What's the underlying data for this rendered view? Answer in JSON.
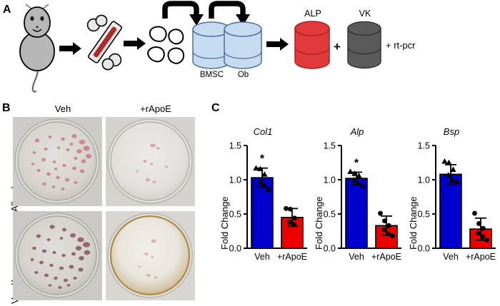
{
  "figure": {
    "panels": [
      "A",
      "B",
      "C"
    ]
  },
  "panelA": {
    "letter": "A",
    "schematic_nodes": [
      {
        "name": "mouse",
        "icon": "mouse-icon"
      },
      {
        "name": "femur",
        "icon": "bone-icon"
      },
      {
        "name": "bone-fragments",
        "icon": "bone-chips-icon"
      },
      {
        "name": "bmsc-culture",
        "label": "BMSC",
        "color": "#c7dbf0"
      },
      {
        "name": "ob-culture",
        "label": "Ob",
        "color": "#c7dbf0"
      },
      {
        "name": "alp-stain",
        "label": "ALP",
        "color": "#e03a3a"
      },
      {
        "name": "vk-stain",
        "label": "VK",
        "color": "#5a5a5a"
      }
    ],
    "cylinder_labels": {
      "bmsc": "BMSC",
      "ob": "Ob",
      "alp": "ALP",
      "vk": "VK"
    },
    "plus_symbol": "+",
    "rtpcr_text": "+ rt-pcr",
    "colors": {
      "cylinder_blue_fill": "#c7dbf0",
      "cylinder_blue_stroke": "#4a6fa0",
      "alp_red_fill": "#e03a3a",
      "alp_red_stroke": "#b01f1f",
      "vk_gray_fill": "#5a5a5a",
      "vk_gray_stroke": "#333333",
      "mouse_gray": "#b7b7b7",
      "marrow_red": "#b22828",
      "arrow_black": "#000000"
    }
  },
  "panelB": {
    "letter": "B",
    "column_headers": [
      "Veh",
      "+rApoE"
    ],
    "row_headers": [
      "Alk. phos.",
      "Von Kossa"
    ],
    "plates": [
      {
        "row": "Alk. phos.",
        "column": "Veh",
        "name": "plate-alkphos-veh",
        "stain": "alkaline-phosphatase",
        "density": "high",
        "ring_color": "#cfcdc7"
      },
      {
        "row": "Alk. phos.",
        "column": "+rApoE",
        "name": "plate-alkphos-rapoe",
        "stain": "alkaline-phosphatase",
        "density": "low",
        "ring_color": "#d5d3cd"
      },
      {
        "row": "Von Kossa",
        "column": "Veh",
        "name": "plate-vonkossa-veh",
        "stain": "von-kossa",
        "density": "high",
        "ring_color": "#cdcbc4"
      },
      {
        "row": "Von Kossa",
        "column": "+rApoE",
        "name": "plate-vonkossa-rapoe",
        "stain": "von-kossa",
        "density": "low",
        "ring_color": "#c09a5e"
      }
    ]
  },
  "panelC": {
    "letter": "C",
    "charts": [
      {
        "name": "chart-col1",
        "title": "Col1",
        "ylabel": "Fold Change",
        "significance": "*"
      },
      {
        "name": "chart-alp",
        "title": "Alp",
        "ylabel": "Fold Change",
        "significance": "*"
      },
      {
        "name": "chart-bsp",
        "title": "Bsp",
        "ylabel": "Fold Change",
        "significance": ""
      }
    ]
  },
  "chart_data": [
    {
      "type": "bar",
      "title": "Col1",
      "xlabel": "",
      "ylabel": "Fold Change",
      "ylim": [
        0.0,
        1.5
      ],
      "yticks": [
        0.0,
        0.5,
        1.0,
        1.5
      ],
      "ytick_labels": [
        "0.0",
        "0.5",
        "1.0",
        "1.5"
      ],
      "grid": false,
      "legend": "none",
      "categories": [
        "Veh",
        "+rApoE"
      ],
      "values": [
        1.03,
        0.45
      ],
      "errors": [
        0.14,
        0.13
      ],
      "colors": [
        "#0000cc",
        "#ee0000"
      ],
      "points": [
        {
          "category": "Veh",
          "marker": "triangle",
          "values": [
            1.17,
            1.16,
            1.08,
            0.97,
            0.93,
            0.86
          ]
        },
        {
          "category": "+rApoE",
          "marker": "circle",
          "values": [
            0.58,
            0.57,
            0.44,
            0.38,
            0.35
          ]
        }
      ],
      "annotations": [
        {
          "text": "*",
          "category": "Veh"
        }
      ]
    },
    {
      "type": "bar",
      "title": "Alp",
      "xlabel": "",
      "ylabel": "Fold Change",
      "ylim": [
        0.0,
        1.5
      ],
      "yticks": [
        0.0,
        0.5,
        1.0,
        1.5
      ],
      "ytick_labels": [
        "0.0",
        "0.5",
        "1.0",
        "1.5"
      ],
      "grid": false,
      "legend": "none",
      "categories": [
        "Veh",
        "+rApoE"
      ],
      "values": [
        1.02,
        0.33
      ],
      "errors": [
        0.09,
        0.14
      ],
      "colors": [
        "#0000cc",
        "#ee0000"
      ],
      "points": [
        {
          "category": "Veh",
          "marker": "triangle",
          "values": [
            1.12,
            1.09,
            1.06,
            1.0,
            0.95,
            0.91
          ]
        },
        {
          "category": "+rApoE",
          "marker": "circle",
          "values": [
            0.51,
            0.4,
            0.33,
            0.27,
            0.21,
            0.18
          ]
        }
      ],
      "annotations": [
        {
          "text": "*",
          "category": "Veh"
        }
      ]
    },
    {
      "type": "bar",
      "title": "Bsp",
      "xlabel": "",
      "ylabel": "Fold Change",
      "ylim": [
        0.0,
        1.5
      ],
      "yticks": [
        0.0,
        0.5,
        1.0,
        1.5
      ],
      "ytick_labels": [
        "0.0",
        "0.5",
        "1.0",
        "1.5"
      ],
      "grid": false,
      "legend": "none",
      "categories": [
        "Veh",
        "+rApoE"
      ],
      "values": [
        1.08,
        0.28
      ],
      "errors": [
        0.14,
        0.16
      ],
      "colors": [
        "#0000cc",
        "#ee0000"
      ],
      "points": [
        {
          "category": "Veh",
          "marker": "triangle",
          "values": [
            1.27,
            1.25,
            1.15,
            1.07,
            1.0,
            0.97
          ]
        },
        {
          "category": "+rApoE",
          "marker": "circle",
          "values": [
            0.51,
            0.36,
            0.29,
            0.22,
            0.17,
            0.12
          ]
        }
      ],
      "annotations": []
    }
  ]
}
